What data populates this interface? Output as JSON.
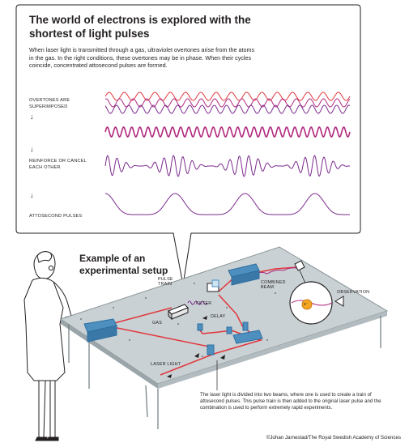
{
  "title": "The world of electrons is explored with the shortest of light pulses",
  "intro": "When laser light is transmitted through a gas, ultraviolet overtones arise from the atoms in the gas. In the right conditions, these overtones may be in phase. When their cycles coincide, concentrated attosecond pulses are formed.",
  "rows": {
    "overtones": "OVERTONES ARE SUPERIMPOSED",
    "reinforce": "REINFORCE OR CANCEL EACH OTHER",
    "attosecond": "ATTOSECOND PULSES"
  },
  "arrow_glyph": "↓",
  "setup": {
    "title": "Example of an experimental setup",
    "labels": {
      "pulse_train": "PULSE TRAIN",
      "gas": "GAS",
      "filter": "FILTER",
      "combined_beam": "COMBINED BEAM",
      "observation": "OBSERVATION",
      "delay": "DELAY",
      "laser_light": "LASER LIGHT",
      "electron": "e⁻"
    }
  },
  "caption": "The laser light is divided into two beams, where one is used to create a train of attosecond pulses. This pulse train is then added to the original laser pulse and the combination is used to perform extremely rapid experiments.",
  "credit": "©Johan Jarnestad/The Royal Swedish Academy of Sciences",
  "colors": {
    "red_wave": "#e2363c",
    "magenta_wave": "#b0287e",
    "purple_wave": "#7b2b8e",
    "table_top": "#c9d1d4",
    "blue_component": "#4d8fbf"
  }
}
